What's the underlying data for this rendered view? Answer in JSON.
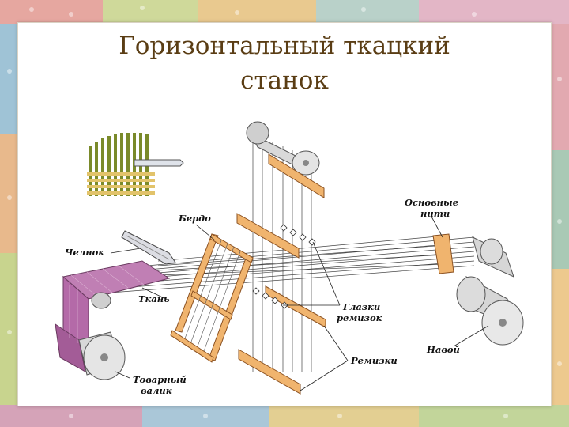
{
  "title": {
    "line1": "Горизонтальный ткацкий",
    "line2": "станок"
  },
  "labels": {
    "berdo": "Бердо",
    "chelnok": "Челнок",
    "tkan": "Ткань",
    "tovarny_1": "Товарный",
    "tovarny_2": "валик",
    "osnovnye_1": "Основные",
    "osnovnye_2": "нити",
    "glazki_1": "Глазки",
    "glazki_2": "ремизок",
    "remizki": "Ремизки",
    "navoy": "Навой"
  },
  "colors": {
    "title": "#5a3d14",
    "wood": "#e8a45c",
    "wood_dark": "#b06a2a",
    "fabric": "#b46aa8",
    "roller": "#cfcfcf",
    "thread": "#444444"
  }
}
